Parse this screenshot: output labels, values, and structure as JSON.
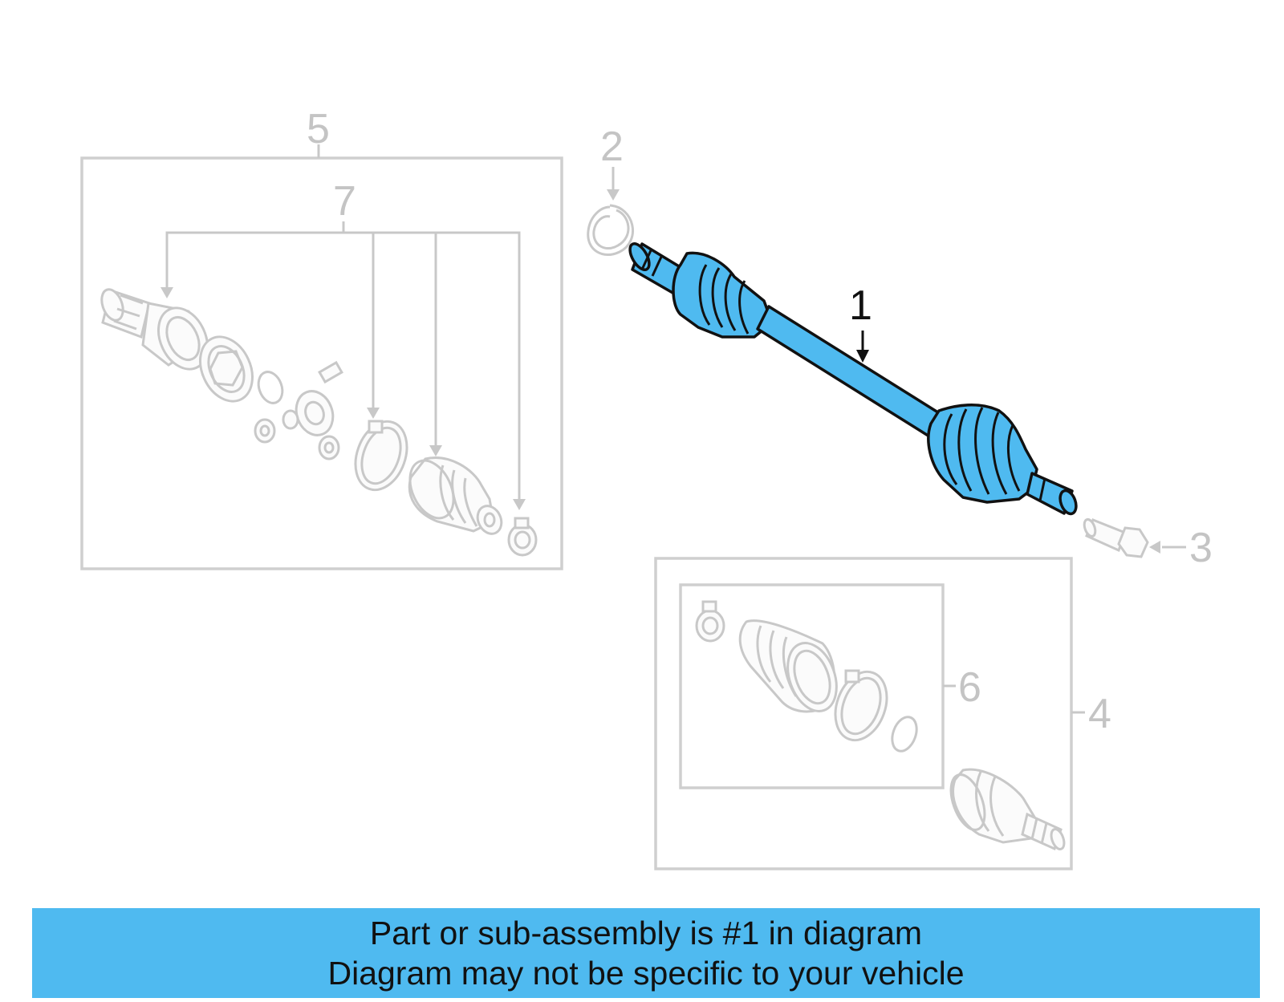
{
  "callouts": {
    "c1": "1",
    "c2": "2",
    "c3": "3",
    "c4": "4",
    "c5": "5",
    "c6": "6",
    "c7": "7"
  },
  "highlight_color": "#4fbaf0",
  "banner": {
    "line1": "Part or sub-assembly is #1 in diagram",
    "line2": "Diagram may not be specific to your vehicle"
  }
}
